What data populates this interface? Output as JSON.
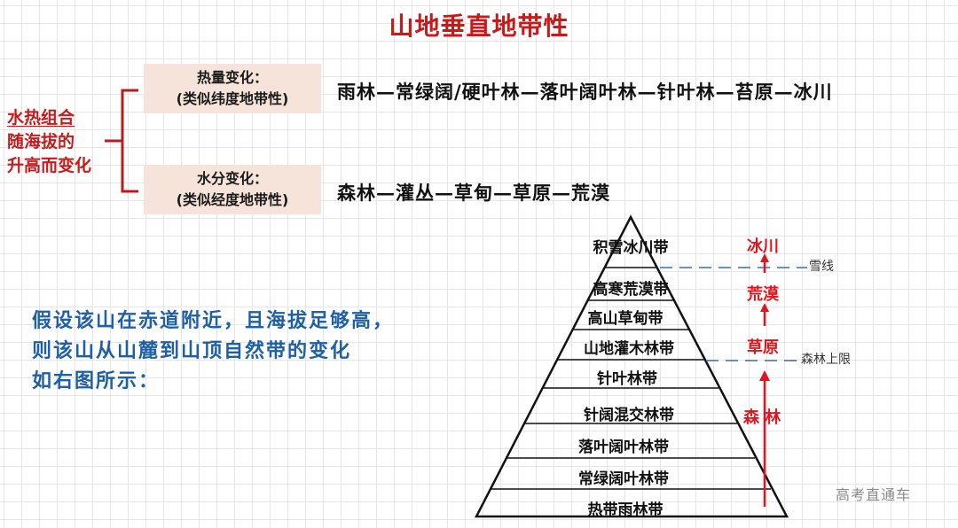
{
  "title": "山地垂直地带性",
  "left_label": {
    "line1": "水热组合",
    "line2": "随海拔的",
    "line3": "升高而变化"
  },
  "branches": [
    {
      "box_line1": "热量变化：",
      "box_line2": "(类似纬度地带性)",
      "sequence": "雨林—常绿阔/硬叶林—落叶阔叶林—针叶林—苔原—冰川"
    },
    {
      "box_line1": "水分变化：",
      "box_line2": "(类似经度地带性)",
      "sequence": "森林—灌丛—草甸—草原—荒漠"
    }
  ],
  "note": {
    "line1": "假设该山在赤道附近，且海拔足够高，",
    "line2": "则该山从山麓到山顶自然带的变化",
    "line3": "如右图所示："
  },
  "pyramid": {
    "bands_top_to_bottom": [
      "积雪冰川带",
      "高寒荒漠带",
      "高山草甸带",
      "山地灌木林带",
      "针叶林带",
      "针阔混交林带",
      "落叶阔叶林带",
      "常绿阔叶林带",
      "热带雨林带"
    ]
  },
  "moisture_sequence": {
    "top": "冰川",
    "upper": "荒漠",
    "middle": "草原",
    "bottom": "森 林"
  },
  "boundary_lines": {
    "snow_line": "雪线",
    "forest_line": "森林上限"
  },
  "colors": {
    "title_red": "#c81a1a",
    "arrow_red": "#e0141e",
    "note_blue": "#1f5fa3",
    "dash_blue": "#3a6fb0",
    "box_bg": "#f6e4da"
  },
  "watermark": "高考直通车"
}
